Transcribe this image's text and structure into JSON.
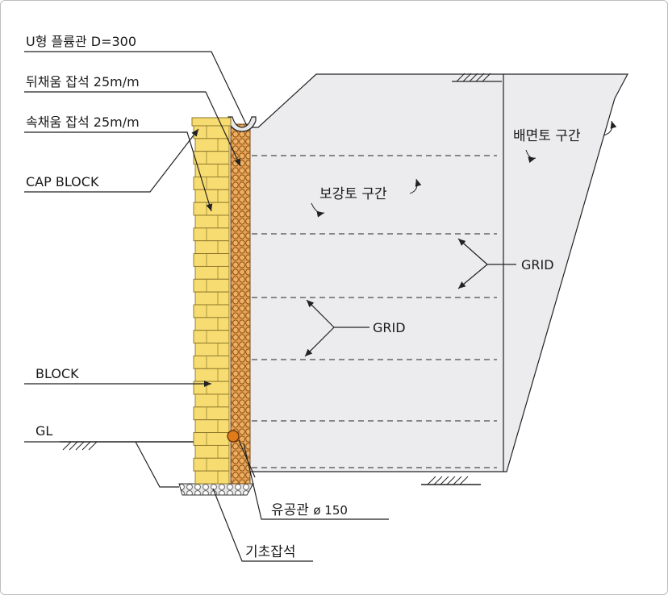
{
  "labels": {
    "u_drain": "U형 플륨관 D=300",
    "back_fill_stone": "뒤채움 잡석 25m/m",
    "inner_fill_stone": "속채움 잡석 25m/m",
    "cap_block": "CAP BLOCK",
    "block": "BLOCK",
    "gl": "GL",
    "drain_pipe": "유공관 ",
    "drain_pipe_diameter": "ø 150",
    "foundation_stone": "기초잡석",
    "reinforced_zone": "보강토 구간",
    "backfill_zone": "배면토 구간",
    "grid_right": "GRID",
    "grid_left": "GRID"
  },
  "colors": {
    "block_fill": "#f7dc72",
    "block_stroke": "#8a7428",
    "gravel_fill": "#e8a050",
    "gravel_stroke": "#7a4a16",
    "foundation_fill": "#d9d9d9",
    "soil_fill": "#ececee",
    "line": "#222222",
    "pipe": "#e07b1a"
  }
}
